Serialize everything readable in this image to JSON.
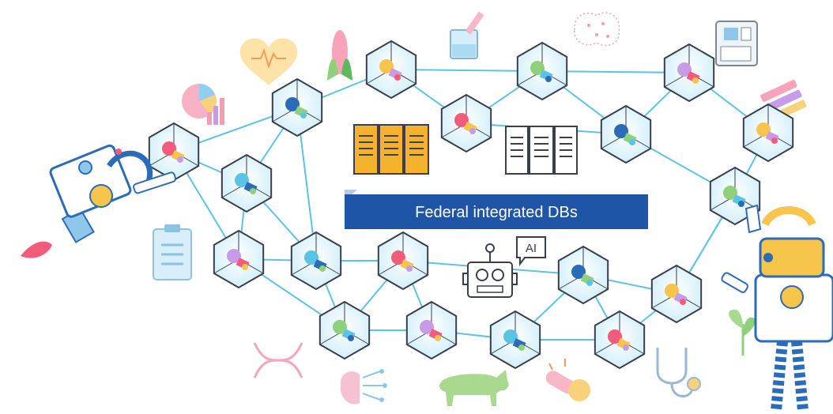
{
  "banner": {
    "text": "Federal integrated DBs"
  },
  "ai_robot": {
    "label": "AI"
  },
  "colors": {
    "connector": "#5bc3e6",
    "node_fill": "#e7f6fd",
    "node_stroke": "#3a3f4b",
    "banner_blue": "#1f55a7",
    "server_yellow": "#f4b32a",
    "robot_blue": "#2b6cb8",
    "robot_yellow": "#f7c44c"
  },
  "nodes": [
    {
      "id": "plant",
      "icon": "seedling-icon"
    },
    {
      "id": "molecule",
      "icon": "molecule-icon"
    },
    {
      "id": "pills",
      "icon": "pills-icon"
    },
    {
      "id": "dna",
      "icon": "dna-icon"
    },
    {
      "id": "plant-cell",
      "icon": "plant-cell-icon"
    },
    {
      "id": "research",
      "icon": "magnifier-icon"
    },
    {
      "id": "documents",
      "icon": "binders-icon"
    },
    {
      "id": "neural-brain",
      "icon": "neural-brain-icon"
    },
    {
      "id": "brain-circuit",
      "icon": "brain-circuit-icon"
    },
    {
      "id": "chemical",
      "icon": "chemical-structure-icon"
    },
    {
      "id": "cube",
      "icon": "cube-icon"
    },
    {
      "id": "chromosome",
      "icon": "chromosome-icon"
    },
    {
      "id": "capsule",
      "icon": "capsule-icon"
    },
    {
      "id": "cells",
      "icon": "cells-icon"
    },
    {
      "id": "virus",
      "icon": "virus-icon"
    },
    {
      "id": "network",
      "icon": "network-icon"
    },
    {
      "id": "head-gear",
      "icon": "head-gear-icon"
    },
    {
      "id": "folders",
      "icon": "folders-icon"
    },
    {
      "id": "analysis",
      "icon": "analysis-icon"
    }
  ]
}
